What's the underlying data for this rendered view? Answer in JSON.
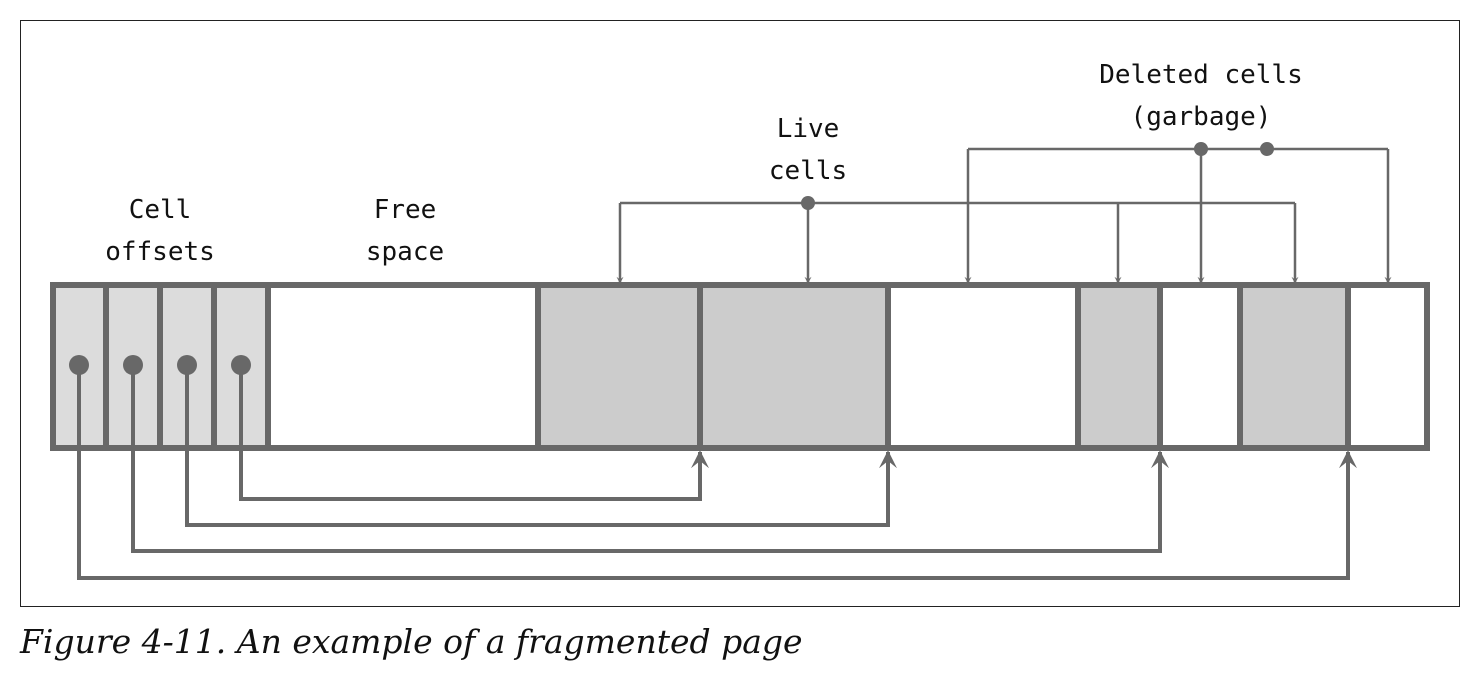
{
  "labels": {
    "cell_offsets": [
      "Cell",
      "offsets"
    ],
    "free_space": [
      "Free",
      "space"
    ],
    "live_cells": [
      "Live",
      "cells"
    ],
    "deleted_cells": [
      "Deleted cells",
      "(garbage)"
    ]
  },
  "caption": "Figure 4-11. An example of a fragmented page",
  "colors": {
    "stroke": "#686868",
    "offset_fill": "#dcdcdc",
    "cell_fill": "#cccccc"
  }
}
